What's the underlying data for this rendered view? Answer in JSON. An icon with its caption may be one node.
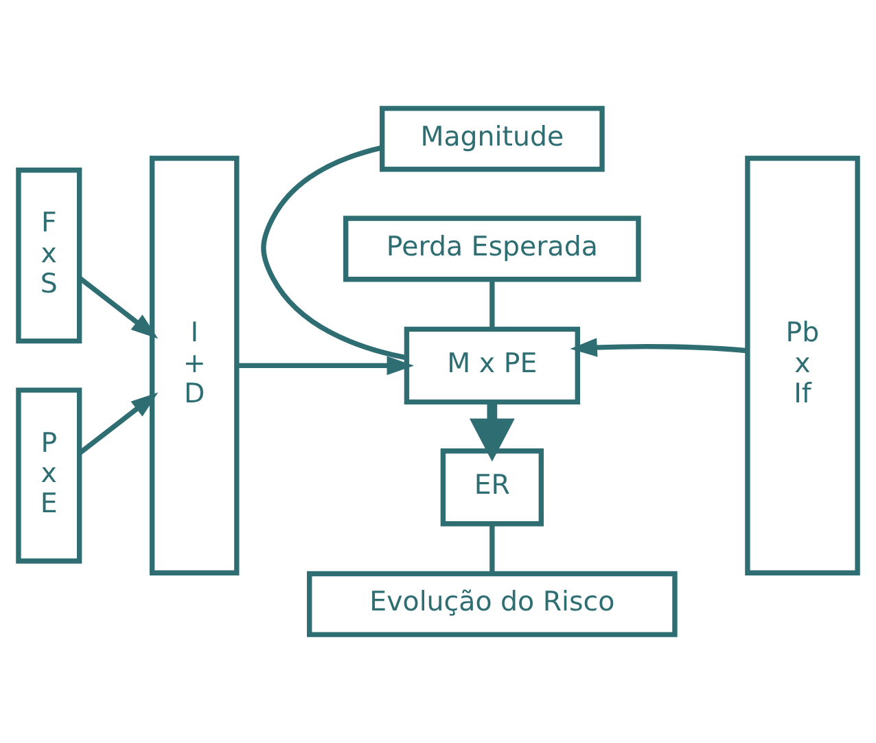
{
  "diagram": {
    "nodes": [
      {
        "text": [
          "Magnitude"
        ]
      },
      {
        "text": [
          "Perda Esperada"
        ]
      },
      {
        "text": [
          "F x S"
        ]
      },
      {
        "text": [
          "P x E"
        ]
      },
      {
        "text": [
          "I + D"
        ]
      },
      {
        "text": [
          "M x PE"
        ]
      },
      {
        "text": [
          "ER"
        ]
      },
      {
        "text": [
          "Pb x If"
        ]
      },
      {
        "text": [
          "Evolução do Risco"
        ]
      }
    ],
    "edges": [
      {
        "from": 0,
        "to": 5,
        "arrow": "none"
      },
      {
        "from": 1,
        "to": 5,
        "arrow": "none"
      },
      {
        "from": 2,
        "to": 4,
        "arrow": "to"
      },
      {
        "from": 3,
        "to": 4,
        "arrow": "to"
      },
      {
        "from": 4,
        "to": 5,
        "arrow": "to"
      },
      {
        "from": 7,
        "to": 5,
        "arrow": "to"
      },
      {
        "from": 5,
        "to": 6,
        "arrow": "to",
        "style": "thick"
      },
      {
        "from": 6,
        "to": 8,
        "arrow": "none"
      }
    ]
  }
}
